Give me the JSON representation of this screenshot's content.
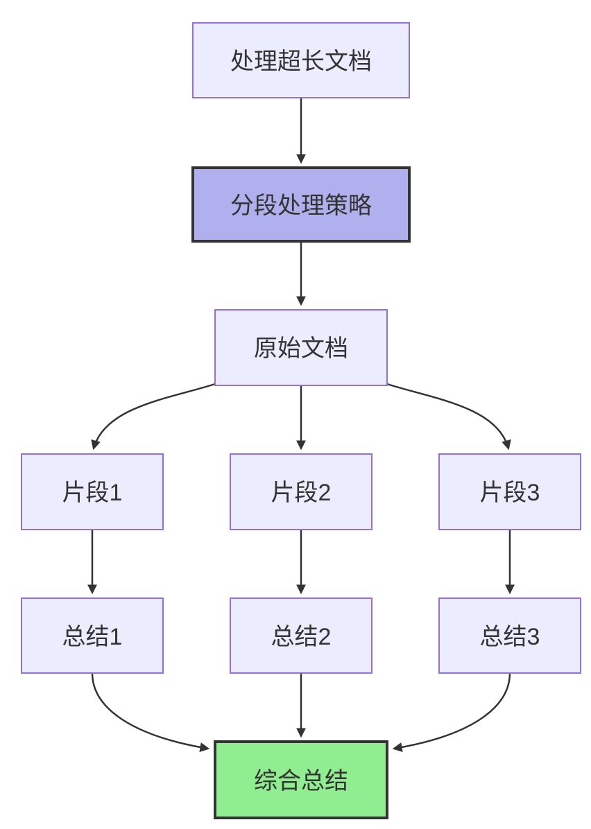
{
  "diagram": {
    "type": "flowchart",
    "direction": "top-down",
    "nodes": {
      "start": {
        "label": "处理超长文档",
        "style": "default"
      },
      "strategy": {
        "label": "分段处理策略",
        "style": "highlight"
      },
      "source": {
        "label": "原始文档",
        "style": "default"
      },
      "seg1": {
        "label": "片段1",
        "style": "default"
      },
      "seg2": {
        "label": "片段2",
        "style": "default"
      },
      "seg3": {
        "label": "片段3",
        "style": "default"
      },
      "sum1": {
        "label": "总结1",
        "style": "default"
      },
      "sum2": {
        "label": "总结2",
        "style": "default"
      },
      "sum3": {
        "label": "总结3",
        "style": "default"
      },
      "final": {
        "label": "综合总结",
        "style": "success"
      }
    },
    "edges": [
      {
        "from": "处理超长文档",
        "to": "分段处理策略"
      },
      {
        "from": "分段处理策略",
        "to": "原始文档"
      },
      {
        "from": "原始文档",
        "to": "片段1"
      },
      {
        "from": "原始文档",
        "to": "片段2"
      },
      {
        "from": "原始文档",
        "to": "片段3"
      },
      {
        "from": "片段1",
        "to": "总结1"
      },
      {
        "from": "片段2",
        "to": "总结2"
      },
      {
        "from": "片段3",
        "to": "总结3"
      },
      {
        "from": "总结1",
        "to": "综合总结"
      },
      {
        "from": "总结2",
        "to": "综合总结"
      },
      {
        "from": "总结3",
        "to": "综合总结"
      }
    ]
  },
  "colors": {
    "background": "#ffffff",
    "node_fill": "#ECECFF",
    "node_border": "#9370DB",
    "highlight_fill": "#b0b0ee",
    "highlight_border": "#333333",
    "success_fill": "#90EE90",
    "success_border": "#333333",
    "edge": "#333333",
    "text": "#333333"
  }
}
